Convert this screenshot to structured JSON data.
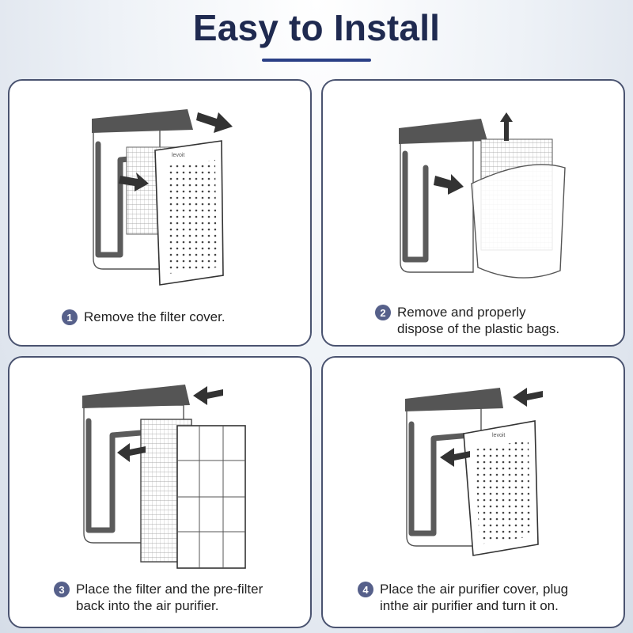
{
  "title": "Easy to Install",
  "brand_label": "levoit",
  "steps": [
    {
      "number": "1",
      "text_lines": [
        "Remove the filter cover."
      ]
    },
    {
      "number": "2",
      "text_lines": [
        "Remove and properly",
        "dispose of the plastic bags."
      ]
    },
    {
      "number": "3",
      "text_lines": [
        "Place the filter and the pre-filter",
        "back into the air purifier."
      ]
    },
    {
      "number": "4",
      "text_lines": [
        "Place the air purifier cover, plug",
        "inthe air purifier and turn it on."
      ]
    }
  ],
  "colors": {
    "title": "#1f2a50",
    "accent": "#2a3f86",
    "badge": "#56608a",
    "card_border": "#4a5370"
  },
  "icons": [
    "arrow-icon",
    "air-purifier-illustration"
  ]
}
